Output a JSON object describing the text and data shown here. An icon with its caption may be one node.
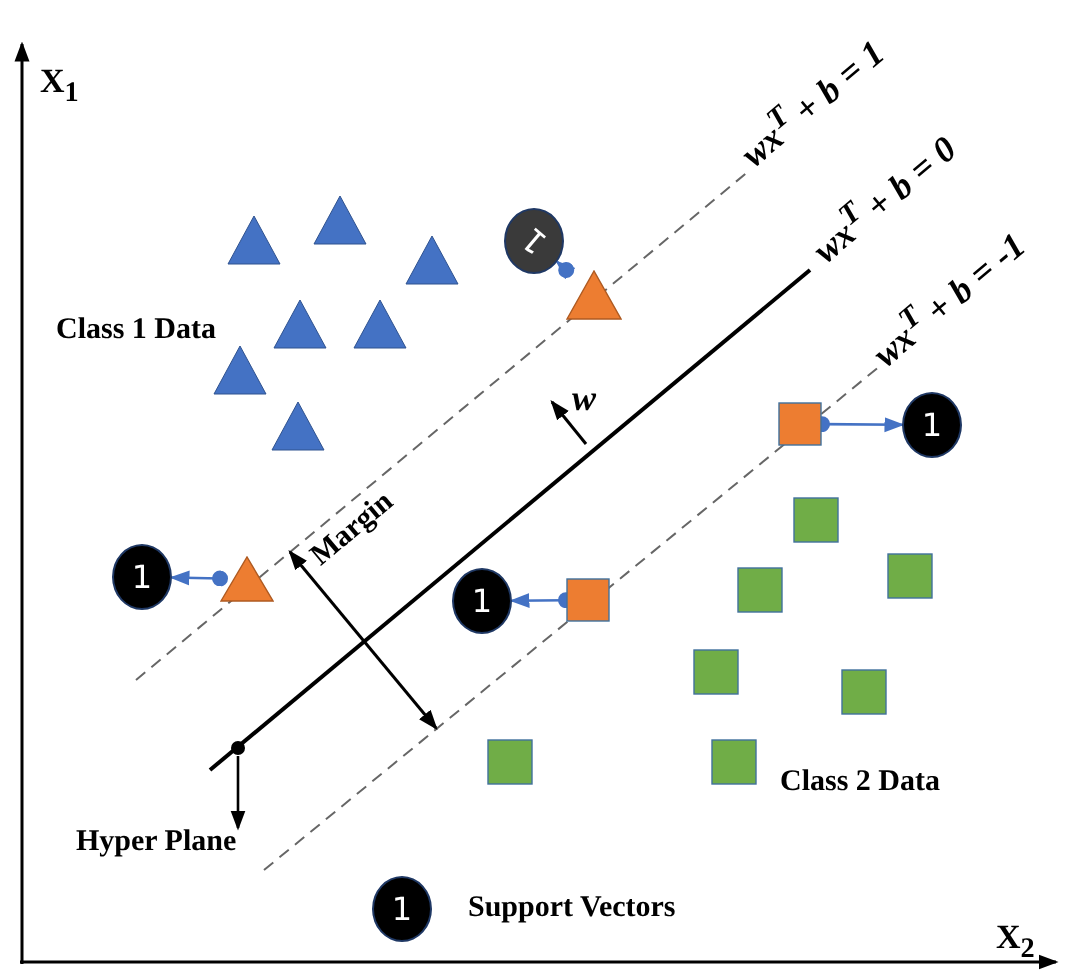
{
  "diagram": {
    "nodes": [
      {
        "text": [],
        "shape": "triangle"
      },
      {
        "text": [
          "1"
        ]
      },
      {
        "text": [],
        "shape": "box"
      },
      {
        "text": [
          "1"
        ]
      },
      {
        "text": [],
        "shape": "triangle"
      },
      {
        "text": [
          "1"
        ]
      },
      {
        "text": [],
        "shape": "box"
      },
      {
        "text": [
          "1"
        ]
      },
      {
        "text": [
          "Hyper Plane"
        ]
      }
    ],
    "edges": [
      {
        "from": 0,
        "to": 1,
        "arrow": "to"
      },
      {
        "from": 2,
        "to": 3,
        "arrow": "to"
      },
      {
        "from": 4,
        "to": 5,
        "arrow": "to"
      },
      {
        "from": 6,
        "to": 7,
        "arrow": "to"
      },
      {
        "from": null,
        "to": 8,
        "arrow": "to",
        "color": "#000000"
      }
    ],
    "labels": [
      "X$_{1}$",
      "wx$^{T}$ + b = 1",
      "wx$^{T}$ + b = 0",
      "wx$^{T}$ + b = -1",
      "Class 1 Data",
      "w",
      "Margin",
      "Class 2 Data",
      "1",
      "X$_{2}$"
    ],
    "legend": [
      {
        "text": "Support Vectors"
      }
    ]
  }
}
